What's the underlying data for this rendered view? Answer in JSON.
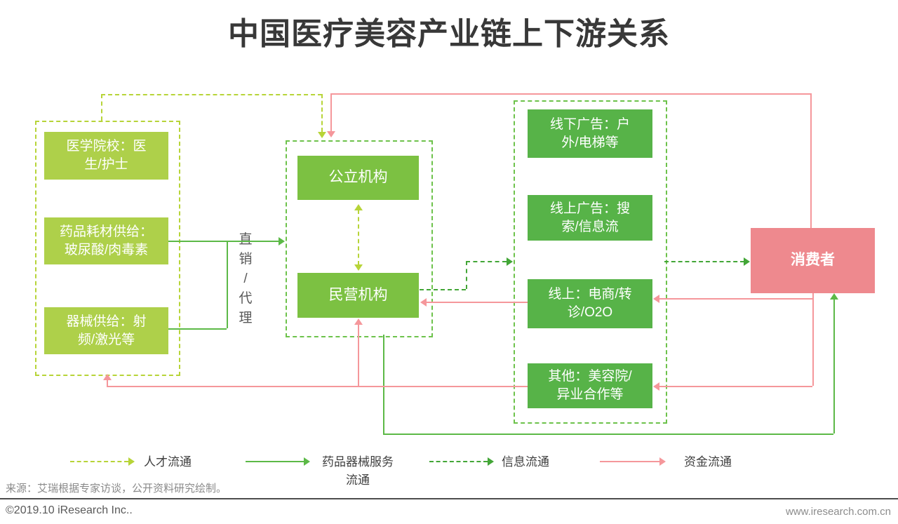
{
  "title": "中国医疗美容产业链上下游关系",
  "diagram": {
    "upstream": {
      "medical_school": "医学院校：医\n生/护士",
      "pharma_supply": "药品耗材供给：\n玻尿酸/肉毒素",
      "device_supply": "器械供给：射\n频/激光等"
    },
    "channel_label": "直\n销\n/\n代\n理",
    "institutions": {
      "public": "公立机构",
      "private": "民营机构"
    },
    "marketing": {
      "offline_ads": "线下广告：户\n外/电梯等",
      "online_ads": "线上广告：搜\n索/信息流",
      "online_platform": "线上：电商/转\n诊/O2O",
      "others": "其他：美容院/\n异业合作等"
    },
    "consumer": "消费者"
  },
  "legend": {
    "talent": "人才流通",
    "service": "药品器械服务\n流通",
    "info": "信息流通",
    "fund": "资金流通"
  },
  "footer": {
    "source": "来源：艾瑞根据专家访谈，公开资料研究绘制。",
    "copyright": "©2019.10 iResearch Inc..",
    "website": "www.iresearch.com.cn"
  },
  "colors": {
    "talent_flow": "#b7d438",
    "service_flow": "#5cb947",
    "info_flow": "#43a637",
    "fund_flow": "#f5979b",
    "upstream_box": "#aed04a",
    "institution_box": "#7cc142",
    "marketing_box": "#57b348",
    "consumer_box": "#ee898e"
  }
}
